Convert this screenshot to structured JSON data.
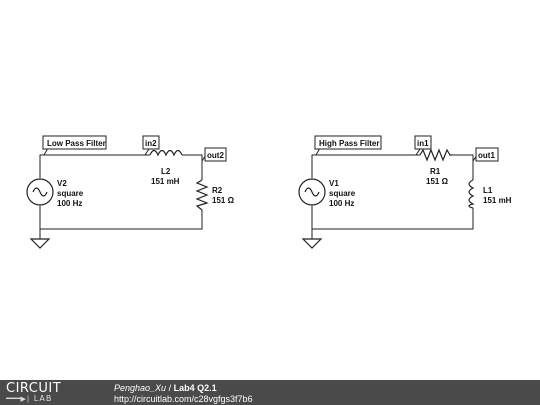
{
  "left_circuit": {
    "flag_label": "Low Pass Filter",
    "node_in": "in2",
    "node_out": "out2",
    "source": {
      "name": "V2",
      "type": "square",
      "freq": "100 Hz"
    },
    "inductor": {
      "name": "L2",
      "value": "151 mH"
    },
    "resistor": {
      "name": "R2",
      "value": "151 Ω"
    }
  },
  "right_circuit": {
    "flag_label": "High Pass Filter",
    "node_in": "in1",
    "node_out": "out1",
    "source": {
      "name": "V1",
      "type": "square",
      "freq": "100 Hz"
    },
    "resistor": {
      "name": "R1",
      "value": "151 Ω"
    },
    "inductor": {
      "name": "L1",
      "value": "151 mH"
    }
  },
  "footer": {
    "logo_top": "CIRCUIT",
    "logo_bottom": "LAB",
    "author": "Penghao_Xu",
    "separator": " / ",
    "title": "Lab4 Q2.1",
    "url": "http://circuitlab.com/c28vgfgs3f7b6"
  },
  "colors": {
    "footer_bg": "#4a4a4a",
    "flag_bg": "#ffffff",
    "wire": "#222222"
  }
}
